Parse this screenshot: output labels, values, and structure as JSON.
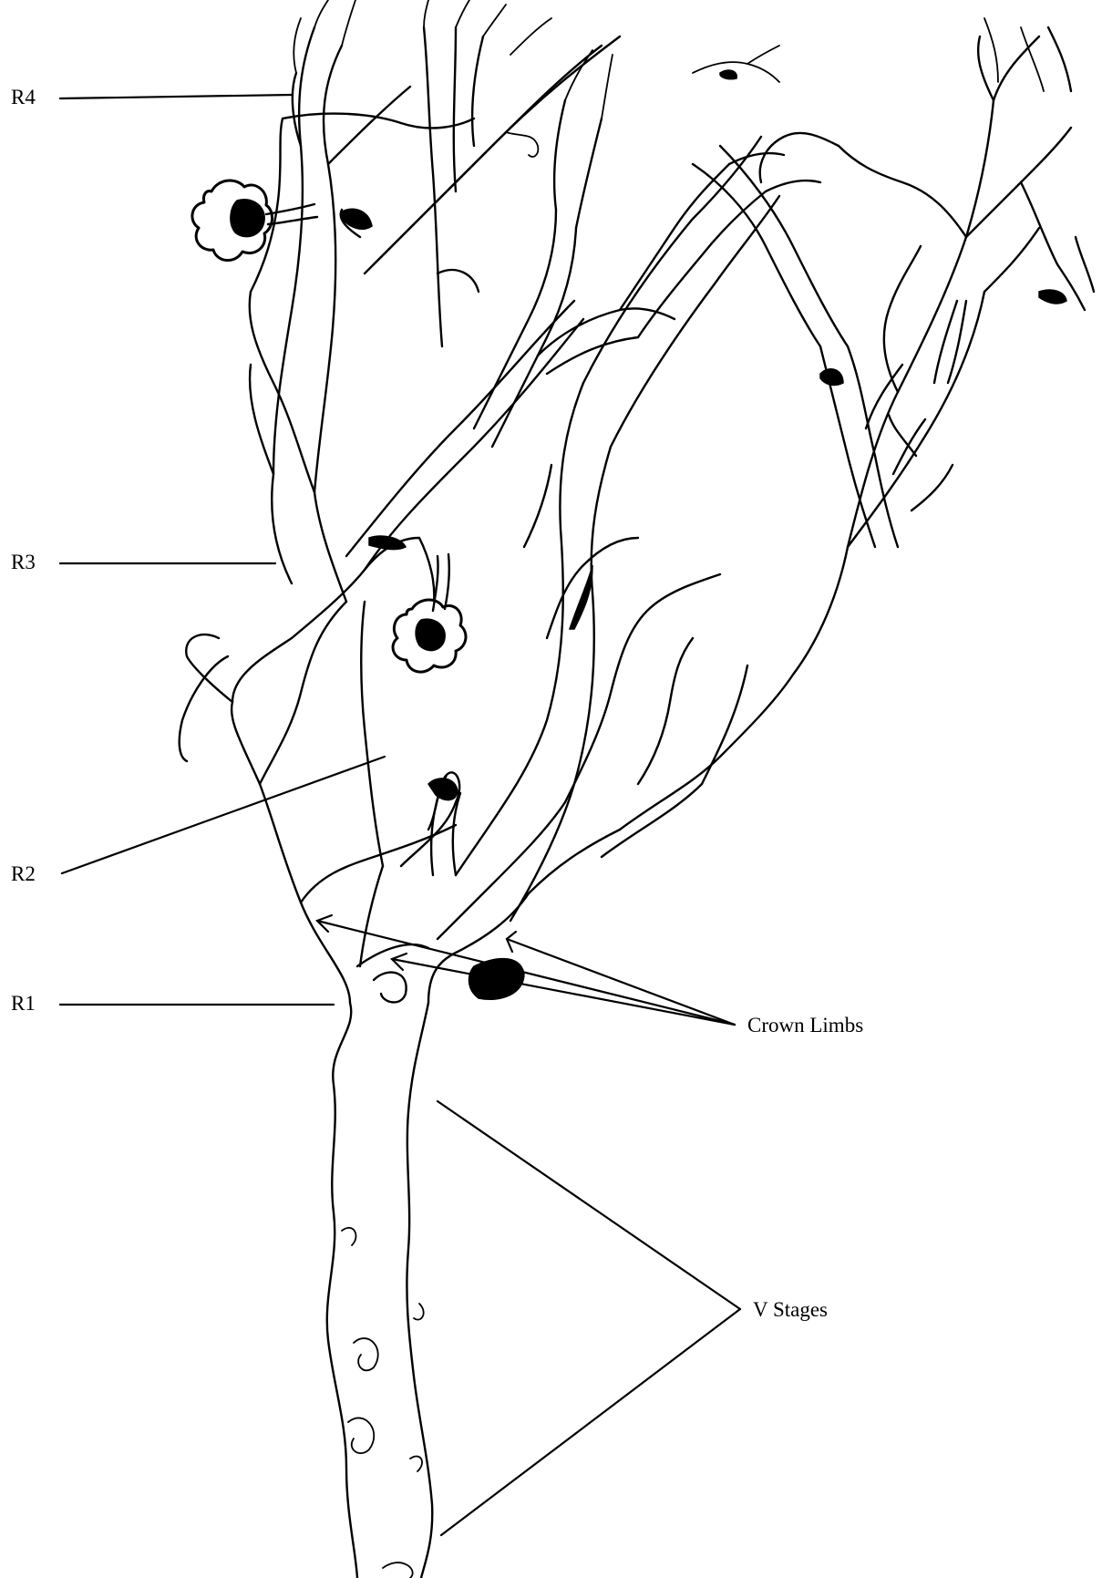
{
  "labels": {
    "r4": "R4",
    "r3": "R3",
    "r2": "R2",
    "r1": "R1",
    "crown_limbs": "Crown Limbs",
    "v_stages": "V Stages"
  }
}
